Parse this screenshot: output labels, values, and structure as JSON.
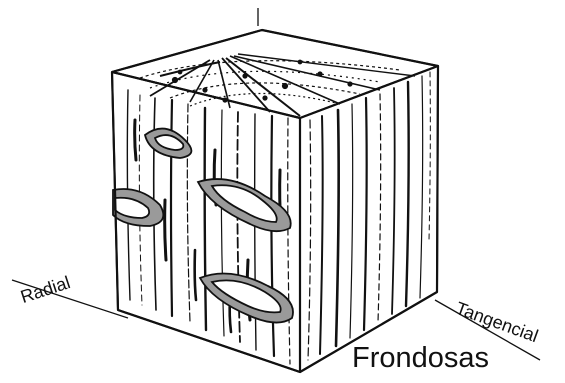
{
  "labels": {
    "radial": "Radial",
    "tangential": "Tangencial",
    "title": "Frondosas"
  },
  "colors": {
    "ink": "#111111",
    "ray_fill": "#9a9a9a",
    "background": "#ffffff"
  }
}
